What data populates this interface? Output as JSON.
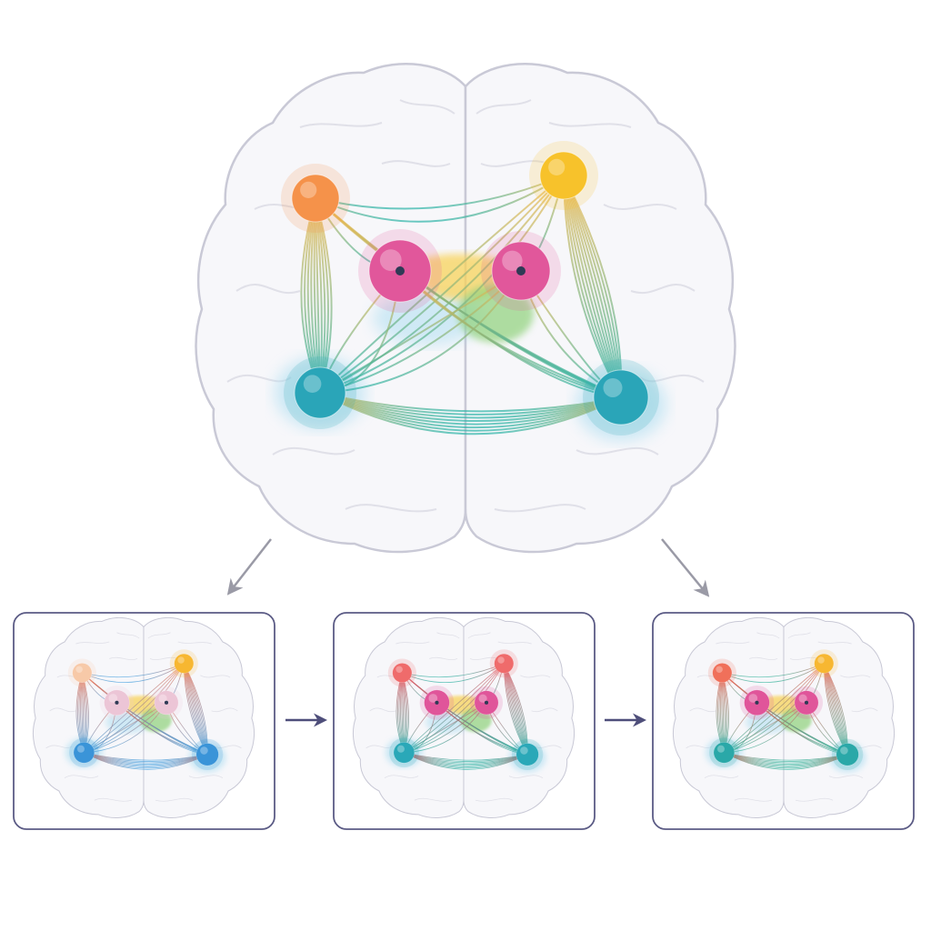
{
  "colors": {
    "background": "#ffffff",
    "brain_fill": "#f7f7fa",
    "brain_outline": "#c9c9d6",
    "panel_border": "#5b5b85",
    "arrow_diagonal": "#9a9aa6",
    "arrow_horizontal": "#4e4e7a",
    "hub_yellow": "#f8d35a",
    "hub_green": "#8fd27a"
  },
  "main_brain": {
    "nodes": [
      {
        "name": "left-frontal-node",
        "color": "#f5924a"
      },
      {
        "name": "right-frontal-node",
        "color": "#f7c22b"
      },
      {
        "name": "left-central-node",
        "color": "#e1579b"
      },
      {
        "name": "right-central-node",
        "color": "#e1579b"
      },
      {
        "name": "left-temporal-node",
        "color": "#2aa5b8"
      },
      {
        "name": "right-temporal-node",
        "color": "#2aa5b8"
      }
    ],
    "line_gradient": [
      "#f7b94a",
      "#2ab3a8"
    ]
  },
  "stages": [
    {
      "name": "stage-1",
      "top_left": "#f7c9a8",
      "top_right": "#f7b731",
      "center": "#ecc5d6",
      "bottom": "#3a94d8",
      "line_top": "#ef6b4a",
      "line_bottom": "#3b9de0"
    },
    {
      "name": "stage-2",
      "top_left": "#ef6b6b",
      "top_right": "#ef6b6b",
      "center": "#e0559a",
      "bottom": "#2aa8b8",
      "line_top": "#e84d5a",
      "line_bottom": "#22b0a0"
    },
    {
      "name": "stage-3",
      "top_left": "#f0705a",
      "top_right": "#f7b731",
      "center": "#e0559a",
      "bottom": "#2aa8a8",
      "line_top": "#ef5a4a",
      "line_bottom": "#2ab39a"
    }
  ]
}
